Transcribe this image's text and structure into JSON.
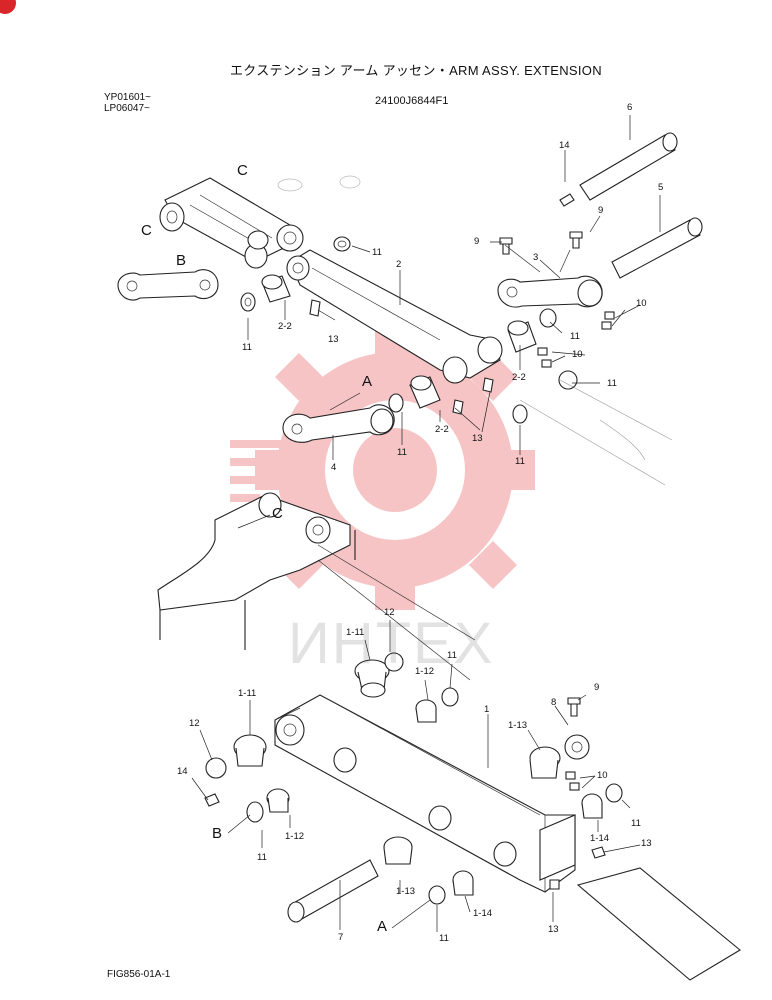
{
  "header": {
    "title": "エクステンション アーム アッセン・ARM ASSY. EXTENSION",
    "serials": [
      "YP01601~",
      "LP06047~"
    ],
    "part_number": "24100J6844F1"
  },
  "footer": {
    "figure_code": "FIG856-01A-1"
  },
  "watermark": {
    "text": "ИНТЕХ"
  },
  "view_letters": {
    "a": "A",
    "b": "B",
    "c": "C"
  },
  "callouts": {
    "p1": "1",
    "p1_11": "1-11",
    "p1_12": "1-12",
    "p1_13": "1-13",
    "p1_14": "1-14",
    "p2": "2",
    "p2_2": "2-2",
    "p3": "3",
    "p4": "4",
    "p5": "5",
    "p6": "6",
    "p7": "7",
    "p8": "8",
    "p9": "9",
    "p10": "10",
    "p11": "11",
    "p12": "12",
    "p13": "13",
    "p14": "14"
  },
  "colors": {
    "accent": "#d9262b",
    "ink": "#222222",
    "watermark": "#e85a5a"
  }
}
